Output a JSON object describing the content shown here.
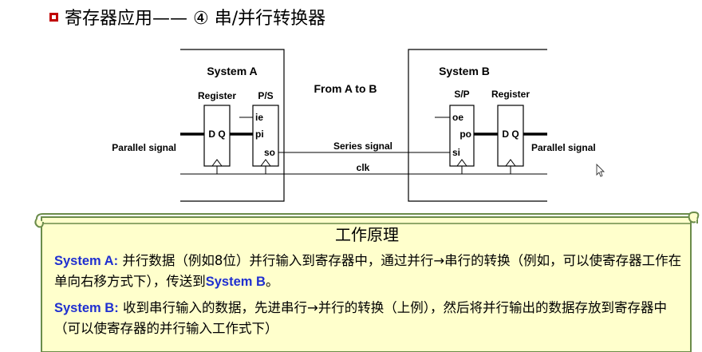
{
  "header": {
    "title": "寄存器应用—— ④ 串/并行转换器"
  },
  "diagram": {
    "system_a": "System A",
    "system_b": "System B",
    "from_a_to_b": "From A to B",
    "register_a": "Register",
    "ps_label": "P/S",
    "sp_label": "S/P",
    "register_b": "Register",
    "dq": "D Q",
    "ie": "ie",
    "pi": "pi",
    "so": "so",
    "oe": "oe",
    "po": "po",
    "si": "si",
    "parallel_in": "Parallel signal",
    "parallel_out": "Parallel signal",
    "series_signal": "Series signal",
    "clk": "clk"
  },
  "principle": {
    "title": "工作原理",
    "p1_label": "System A:",
    "p1_a": " 并行数据（例如8位）并行输入到寄存器中，通过并行→串行的转换（例如，可以使寄存器工作在单向右移方式下），传送到",
    "p1_b": "System B",
    "p1_c": "。",
    "p2_label": "System B:",
    "p2_text": " 收到串行输入的数据，先进串行→并行的转换（上例），然后将并行输出的数据存放到寄存器中（可以使寄存器的并行输入工作式下）"
  },
  "colors": {
    "bullet": "#c00000",
    "highlight": "#1f2fd0",
    "scroll_fill": "#ffffcc",
    "scroll_border": "#6b8c4a"
  }
}
